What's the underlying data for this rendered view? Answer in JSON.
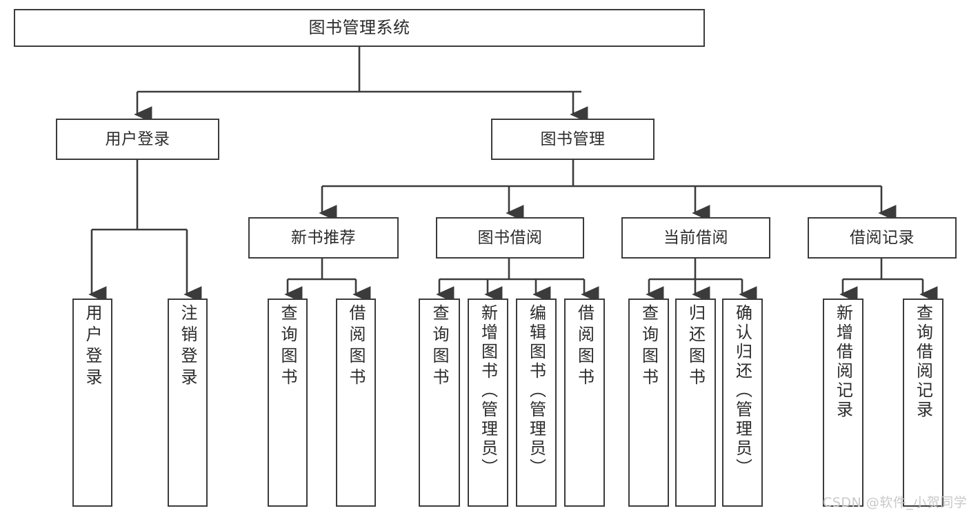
{
  "diagram": {
    "title": "图书管理系统",
    "type": "hierarchy-tree",
    "orientation": "top-down",
    "colors": {
      "box_border": "#3b3b3b",
      "box_fill": "#ffffff",
      "connector": "#3b3b3b",
      "text": "#2b2b2b",
      "background": "#ffffff",
      "watermark": "#c9c9c9"
    },
    "nodes": {
      "root": {
        "label": "图书管理系统"
      },
      "level1": [
        {
          "label": "用户登录"
        },
        {
          "label": "图书管理"
        }
      ],
      "level2": [
        {
          "label": "新书推荐"
        },
        {
          "label": "图书借阅"
        },
        {
          "label": "当前借阅"
        },
        {
          "label": "借阅记录"
        }
      ],
      "leaves": {
        "user_login": [
          {
            "label": "用户登录"
          },
          {
            "label": "注销登录"
          }
        ],
        "new_book_recommend": [
          {
            "label": "查询图书"
          },
          {
            "label": "借阅图书"
          }
        ],
        "book_borrow": [
          {
            "label": "查询图书"
          },
          {
            "label": "新增图书（管理员）"
          },
          {
            "label": "编辑图书（管理员）"
          },
          {
            "label": "借阅图书"
          }
        ],
        "current_borrow": [
          {
            "label": "查询图书"
          },
          {
            "label": "归还图书"
          },
          {
            "label": "确认归还（管理员）"
          }
        ],
        "borrow_record": [
          {
            "label": "新增借阅记录"
          },
          {
            "label": "查询借阅记录"
          }
        ]
      }
    },
    "watermark": "CSDN @软件_小贺同学"
  }
}
